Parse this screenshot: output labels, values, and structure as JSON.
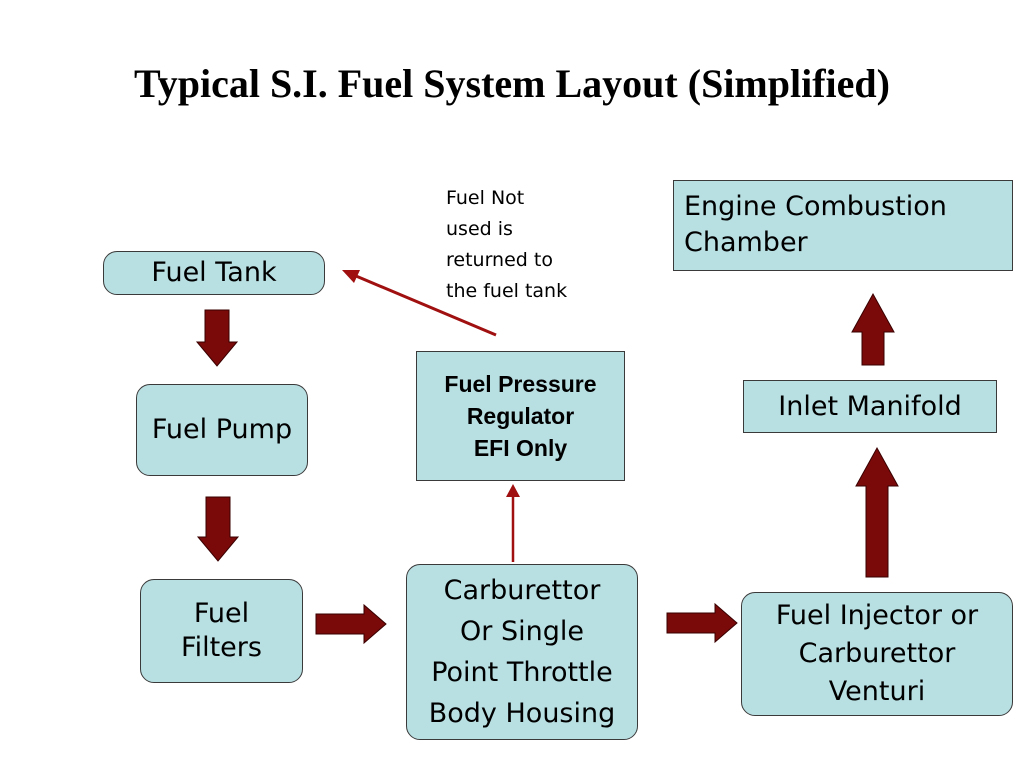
{
  "title": "Typical S.I. Fuel System Layout (Simplified)",
  "nodes": {
    "fuel_tank": "Fuel Tank",
    "fuel_pump": "Fuel Pump",
    "fuel_filters": "Fuel\nFilters",
    "carburettor": "Carburettor\nOr Single\nPoint Throttle\nBody Housing",
    "pressure_regulator": "Fuel Pressure\nRegulator\nEFI Only",
    "injector": "Fuel Injector or\nCarburettor\nVenturi",
    "inlet_manifold": "Inlet Manifold",
    "combustion_chamber": "Engine Combustion\nChamber"
  },
  "return_note": "Fuel Not\nused is\nreturned to\nthe fuel tank",
  "colors": {
    "box_fill": "#b8dfe2",
    "arrow_fill": "#7a0a0a",
    "thin_arrow": "#a01010"
  }
}
